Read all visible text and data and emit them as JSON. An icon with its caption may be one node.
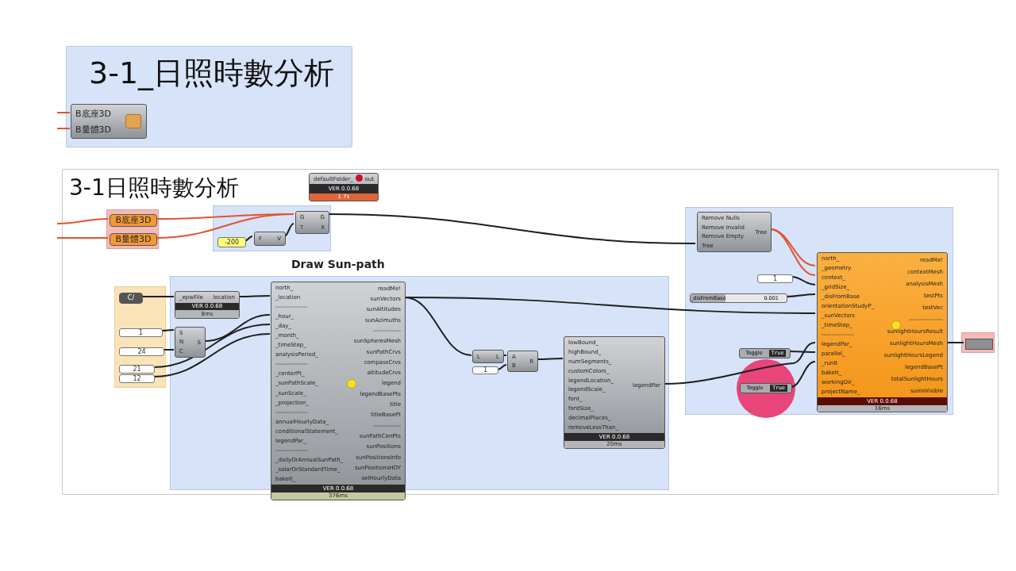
{
  "diagram": {
    "nodes": [
      {
        "text": [
          "3-1_日照時數分析"
        ]
      },
      {
        "text": [
          "B底座3D",
          "B量體3D"
        ],
        "in": 0
      },
      {
        "text": [
          "3-1日照時數分析"
        ]
      },
      {
        "text": [
          "defaultFolder_",
          "out",
          "VER 0.0.68",
          "1.7s"
        ],
        "in": 2
      },
      {
        "text": [],
        "shape": "box",
        "in": 2
      },
      {
        "text": [
          "B底座3D"
        ],
        "in": 4
      },
      {
        "text": [
          "B量體3D"
        ],
        "in": 4
      },
      {
        "text": [],
        "shape": "box",
        "in": 2
      },
      {
        "text": [
          "-200"
        ],
        "in": 7
      },
      {
        "text": [
          "F",
          "V"
        ],
        "in": 7
      },
      {
        "text": [
          "G",
          "T",
          "G",
          "X"
        ],
        "in": 7
      },
      {
        "text": [
          "Draw Sun-path"
        ],
        "in": 2
      },
      {
        "text": [],
        "shape": "box",
        "in": 2
      },
      {
        "text": [
          "C/"
        ],
        "in": 12
      },
      {
        "text": [
          "1"
        ],
        "in": 12
      },
      {
        "text": [
          "24"
        ],
        "in": 12
      },
      {
        "text": [
          "S",
          "N",
          "C",
          "S"
        ],
        "in": 11
      },
      {
        "text": [
          "21"
        ],
        "in": 12
      },
      {
        "text": [
          "12"
        ],
        "in": 12
      },
      {
        "text": [
          "_epwFile",
          "location",
          "VER 0.0.68",
          "8ms"
        ],
        "in": 11
      },
      {
        "text": [
          "north_",
          "_location",
          "----------------",
          "_hour_",
          "_day_",
          "_month_",
          "_timeStep_",
          "analysisPeriod_",
          "----------------",
          "_centerPt_",
          "_sunPathScale_",
          "_sunScale_",
          "_projection_",
          "----------------",
          "annualHourlyData_",
          "conditionalStatement_",
          "legendPar_",
          "----------------",
          "_dailyOrAnnualSunPath_",
          "_solarOrStandardTime_",
          "bakeIt_",
          "readMe!",
          "sunVectors",
          "sunAltitudes",
          "sunAzimuths",
          "--------------",
          "sunSpheresMesh",
          "sunPathCrvs",
          "compassCrvs",
          "altitudeCrvs",
          "legend",
          "legendBasePts",
          "title",
          "titleBasePt",
          "--------------",
          "sunPathCenPts",
          "sunPositions",
          "sunPositionsInfo",
          "sunPositionsHOY",
          "selHourlyData",
          "VER 0.0.68",
          "376ms"
        ],
        "in": 11
      },
      {
        "text": [
          "L",
          "L"
        ],
        "in": 11
      },
      {
        "text": [
          "1"
        ],
        "in": 11
      },
      {
        "text": [
          "A",
          "B",
          "R"
        ],
        "in": 11
      },
      {
        "text": [
          "lowBound_",
          "highBound_",
          "numSegments_",
          "customColors_",
          "legendLocation_",
          "legendScale_",
          "font_",
          "fontSize_",
          "decimalPlaces_",
          "removeLessThan_",
          "legendPar",
          "VER 0.0.68",
          "20ms"
        ],
        "in": 11
      },
      {
        "text": [],
        "shape": "box",
        "in": 2
      },
      {
        "text": [
          "Remove Nulls",
          "Remove Invalid",
          "Remove Empty",
          "Tree",
          "Tree"
        ],
        "in": 25
      },
      {
        "text": [
          "1"
        ],
        "in": 25
      },
      {
        "text": [
          "_disFromBase",
          "0.001"
        ],
        "in": 25
      },
      {
        "text": [
          "Toggle",
          "True"
        ],
        "in": 25
      },
      {
        "text": [
          "Toggle",
          "True"
        ],
        "in": 25
      },
      {
        "text": [
          "north_",
          "_geometry",
          "context_",
          "_gridSize_",
          "_disFromBase",
          "orientationStudyP_",
          "_sunVectors",
          "_timeStep_",
          "----------------",
          "legendPar_",
          "parallel_",
          "_runIt",
          "bakeIt_",
          "workingDir_",
          "projectName_",
          "readMe!",
          "contextMesh",
          "analysisMesh",
          "testPts",
          "testVec",
          "-----------------",
          "sunlightHoursResult",
          "sunlightHoursMesh",
          "sunlightHoursLegend",
          "legendBasePt",
          "totalSunlightHours",
          "sunIsVisible",
          "VER 0.0.68",
          "16ms"
        ],
        "in": 25
      },
      {
        "text": [],
        "shape": "box",
        "in": 2
      },
      {
        "text": [],
        "shape": "box",
        "in": 32
      }
    ],
    "edges": [
      {
        "from": null,
        "to": 1,
        "arrow": "none",
        "color": "#e2532c"
      },
      {
        "from": null,
        "to": 1,
        "arrow": "none",
        "color": "#e2532c"
      },
      {
        "from": null,
        "to": 5,
        "arrow": "none",
        "color": "#e2532c"
      },
      {
        "from": null,
        "to": 6,
        "arrow": "none",
        "color": "#e2532c"
      },
      {
        "from": 5,
        "to": 10,
        "arrow": "none",
        "color": "#e2532c"
      },
      {
        "from": 6,
        "to": 10,
        "arrow": "none",
        "color": "#e2532c"
      },
      {
        "from": 8,
        "to": 9,
        "arrow": "none"
      },
      {
        "from": 9,
        "to": 10,
        "arrow": "none"
      },
      {
        "from": 10,
        "to": 26,
        "arrow": "none"
      },
      {
        "from": 13,
        "to": 19,
        "arrow": "none"
      },
      {
        "from": 14,
        "to": 16,
        "arrow": "none"
      },
      {
        "from": 15,
        "to": 16,
        "arrow": "none"
      },
      {
        "from": 16,
        "to": 20,
        "arrow": "none"
      },
      {
        "from": 17,
        "to": 20,
        "arrow": "none"
      },
      {
        "from": 18,
        "to": 20,
        "arrow": "none"
      },
      {
        "from": 19,
        "to": 20,
        "arrow": "none"
      },
      {
        "from": 20,
        "to": 21,
        "arrow": "none"
      },
      {
        "from": 20,
        "to": 31,
        "arrow": "none"
      },
      {
        "from": 21,
        "to": 23,
        "arrow": "none"
      },
      {
        "from": 22,
        "to": 23,
        "arrow": "none"
      },
      {
        "from": 23,
        "to": 24,
        "arrow": "none"
      },
      {
        "from": 24,
        "to": 31,
        "arrow": "none"
      },
      {
        "from": 26,
        "to": 31,
        "arrow": "none",
        "color": "#e2532c"
      },
      {
        "from": 26,
        "to": 31,
        "arrow": "none",
        "color": "#e2532c"
      },
      {
        "from": 27,
        "to": 31,
        "arrow": "none"
      },
      {
        "from": 28,
        "to": 31,
        "arrow": "none"
      },
      {
        "from": 29,
        "to": 31,
        "arrow": "none"
      },
      {
        "from": 30,
        "to": 31,
        "arrow": "none"
      },
      {
        "from": 31,
        "to": 33,
        "arrow": "none"
      }
    ]
  }
}
